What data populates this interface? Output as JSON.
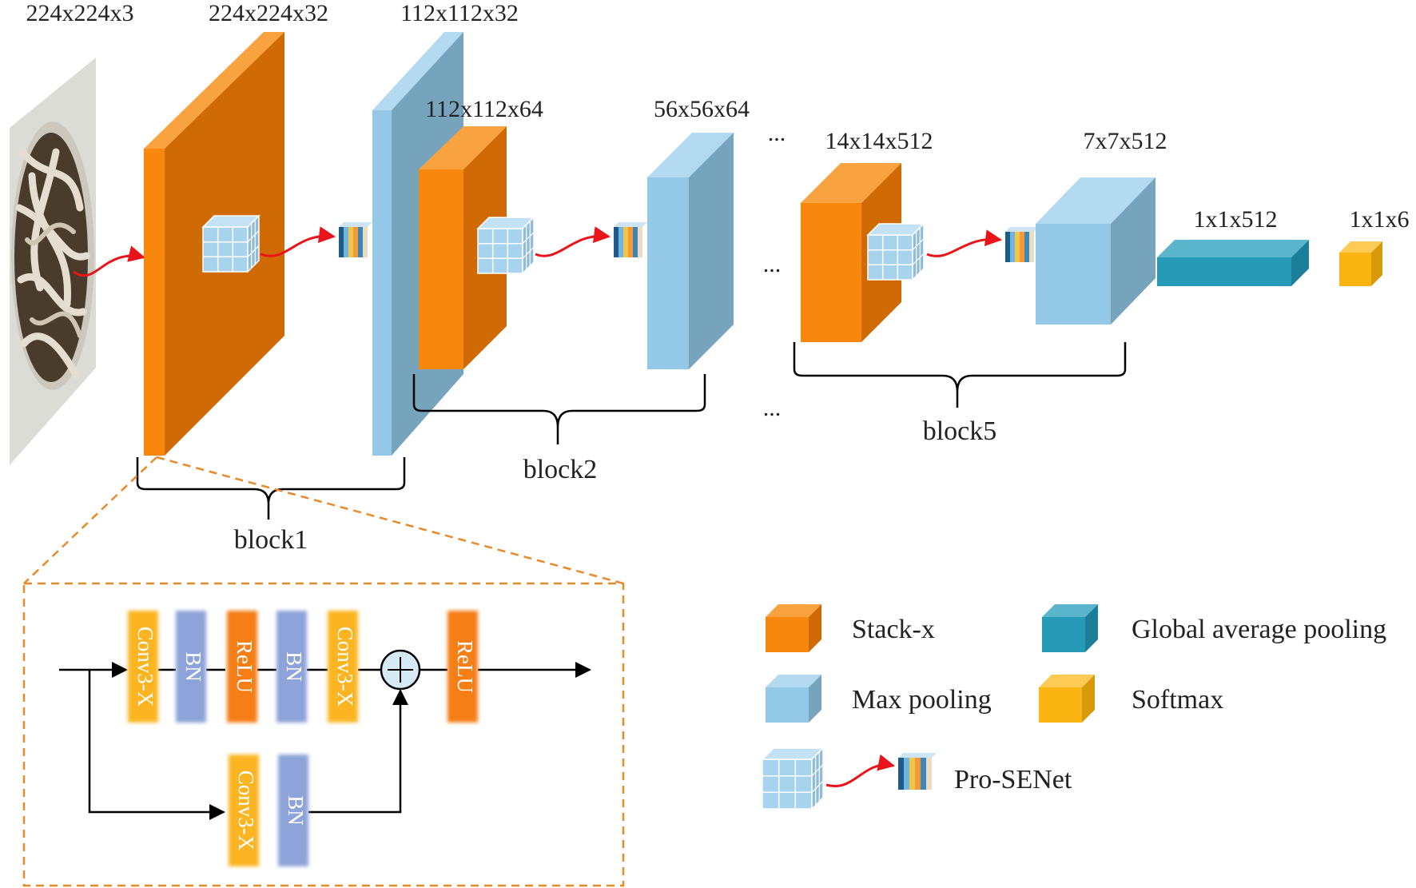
{
  "dims": {
    "input": "224x224x3",
    "stack1": "224x224x32",
    "pool1": "112x112x32",
    "stack2": "112x112x64",
    "pool2": "56x56x64",
    "stack5": "14x14x512",
    "pool5": "7x7x512",
    "gap": "1x1x512",
    "softmax": "1x1x6"
  },
  "blocks": {
    "block1": "block1",
    "block2": "block2",
    "block5": "block5"
  },
  "ellipsis": "...",
  "detail": {
    "main": [
      "Conv3-X",
      "BN",
      "ReLU",
      "BN",
      "Conv3-X"
    ],
    "after_add": "ReLU",
    "shortcut": [
      "Conv3-X",
      "BN"
    ]
  },
  "legend": {
    "stack": "Stack-x",
    "maxpool": "Max pooling",
    "gap": "Global average pooling",
    "softmax": "Softmax",
    "prosenet": "Pro-SENet"
  },
  "colors": {
    "orange_front": "#F7870D",
    "orange_side": "#CF6A04",
    "orange_top": "#F9A240",
    "blue_front": "#93C8E6",
    "blue_side": "#76A4BC",
    "blue_top": "#B3DAF0",
    "teal_front": "#279AB8",
    "teal_side": "#1C7E98",
    "teal_top": "#5BB5CD",
    "yellow_front": "#FBB513",
    "yellow_side": "#D99A0A",
    "yellow_top": "#FDCB55",
    "conv_yellow": "#FBB522",
    "bn_purple": "#8EA3D9",
    "relu_orange": "#F57E12",
    "arrow_red": "#E8141A",
    "dash_orange": "#E88A2A"
  }
}
